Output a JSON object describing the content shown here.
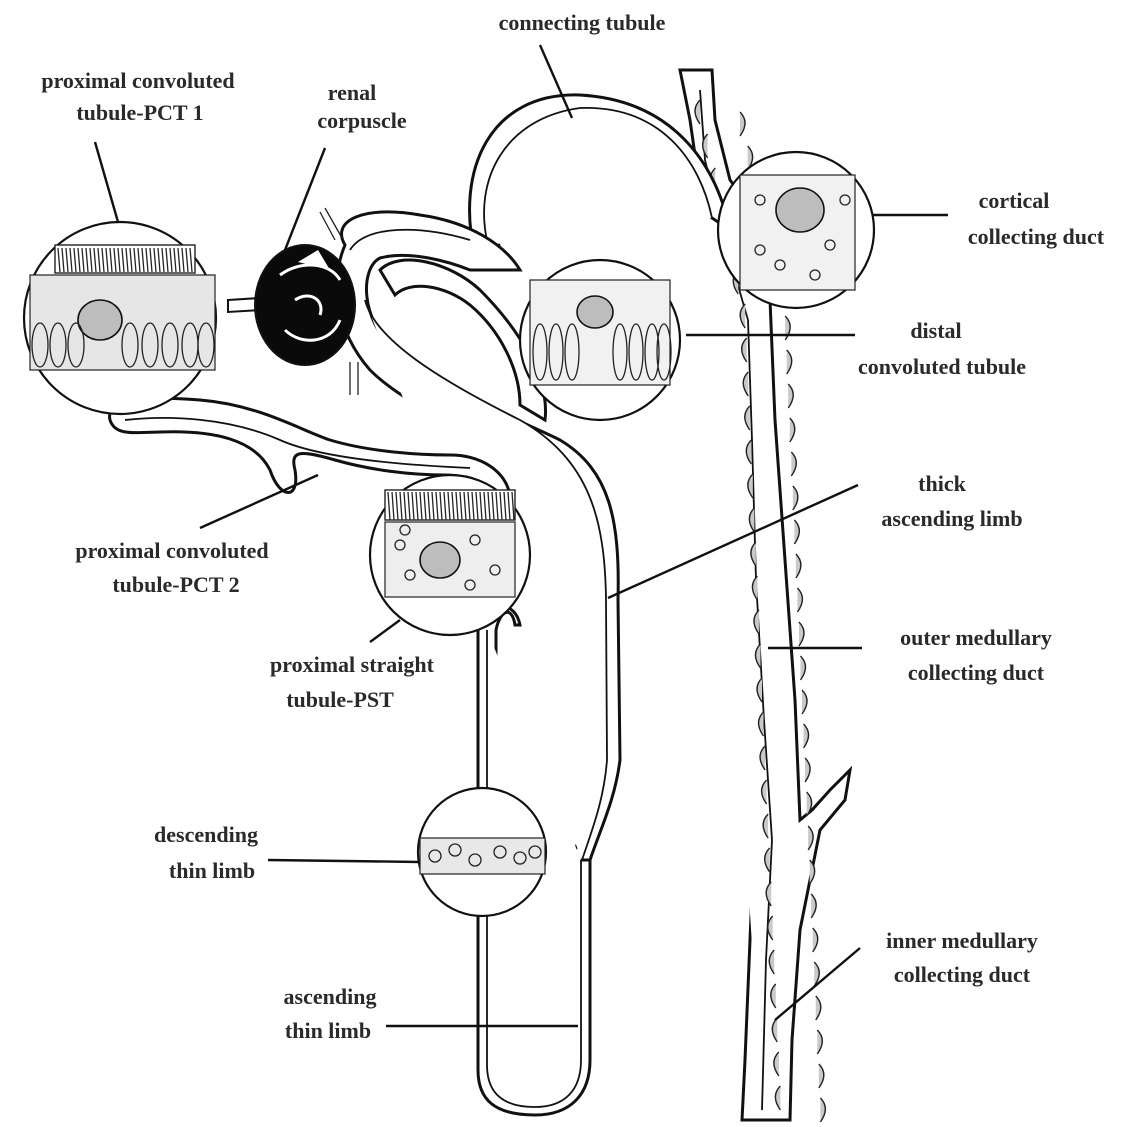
{
  "labels": {
    "connecting_tubule": "connecting tubule",
    "pct1_line1": "proximal convoluted",
    "pct1_line2": "tubule-PCT 1",
    "renal_corpuscle_line1": "renal",
    "renal_corpuscle_line2": "corpuscle",
    "cortical_cd_line1": "cortical",
    "cortical_cd_line2": "collecting duct",
    "dct_line1": "distal",
    "dct_line2": "convoluted tubule",
    "thick_asc_line1": "thick",
    "thick_asc_line2": "ascending limb",
    "pct2_line1": "proximal convoluted",
    "pct2_line2": "tubule-PCT 2",
    "outer_med_line1": "outer medullary",
    "outer_med_line2": "collecting duct",
    "pst_line1": "proximal straight",
    "pst_line2": "tubule-PST",
    "desc_thin_line1": "descending",
    "desc_thin_line2": "thin limb",
    "inner_med_line1": "inner medullary",
    "inner_med_line2": "collecting duct",
    "asc_thin_line1": "ascending",
    "asc_thin_line2": "thin limb"
  },
  "colors": {
    "background": "#ffffff",
    "ink": "#111111",
    "cell_fill": "#c9c9c9",
    "label_text": "#2a2a2a"
  }
}
